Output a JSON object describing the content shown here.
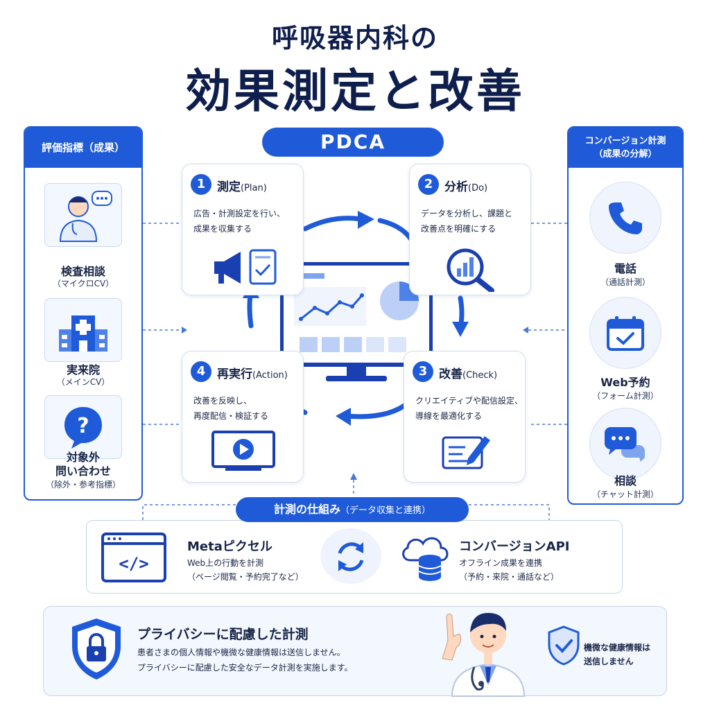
{
  "title": {
    "line1": "呼吸器内科の",
    "line2": "効果測定と改善"
  },
  "left_panel": {
    "heading": "評価指標（成果）",
    "items": [
      {
        "label": "検査相談",
        "sub": "（マイクロCV）",
        "icon": "doctor-chat-icon"
      },
      {
        "label": "実来院",
        "sub": "（メインCV）",
        "icon": "hospital-icon"
      },
      {
        "label_line1": "対象外",
        "label_line2": "問い合わせ",
        "sub": "（除外・参考指標）",
        "icon": "question-icon"
      }
    ]
  },
  "pdca": {
    "label": "PDCA",
    "steps": [
      {
        "num": "1",
        "title": "測定",
        "title_en": "(Plan)",
        "desc_line1": "広告・計測設定を行い、",
        "desc_line2": "成果を収集する",
        "icon": "megaphone-checklist-icon"
      },
      {
        "num": "2",
        "title": "分析",
        "title_en": "(Do)",
        "desc_line1": "データを分析し、課題と",
        "desc_line2": "改善点を明確にする",
        "icon": "magnifier-chart-icon"
      },
      {
        "num": "3",
        "title": "改善",
        "title_en": "(Check)",
        "desc_line1": "クリエイティブや配信設定、",
        "desc_line2": "導線を最適化する",
        "icon": "edit-document-icon"
      },
      {
        "num": "4",
        "title": "再実行",
        "title_en": "(Action)",
        "desc_line1": "改善を反映し、",
        "desc_line2": "再度配信・検証する",
        "icon": "play-video-icon"
      }
    ]
  },
  "right_panel": {
    "heading_line1": "コンバージョン計測",
    "heading_line2": "（成果の分解）",
    "items": [
      {
        "label": "電話",
        "sub": "（通話計測）",
        "icon": "phone-icon"
      },
      {
        "label": "Web予約",
        "sub": "（フォーム計測）",
        "icon": "calendar-check-icon"
      },
      {
        "label": "相談",
        "sub": "（チャット計測）",
        "icon": "chat-bubbles-icon"
      }
    ]
  },
  "measurement": {
    "heading": "計測の仕組み",
    "heading_sub": "（データ収集と連携）",
    "pixel": {
      "title": "Metaピクセル",
      "desc_line1": "Web上の行動を計測",
      "desc_line2": "（ページ閲覧・予約完了など）",
      "icon": "code-window-icon"
    },
    "capi": {
      "title": "コンバージョンAPI",
      "desc_line1": "オフライン成果を連携",
      "desc_line2": "（予約・来院・通話など）",
      "icon": "cloud-database-icon"
    }
  },
  "privacy": {
    "title": "プライバシーに配慮した計測",
    "desc_line1": "患者さまの個人情報や機微な健康情報は送信しません。",
    "desc_line2": "プライバシーに配慮した安全なデータ計測を実施します。",
    "note_line1": "機微な健康情報は",
    "note_line2": "送信しません"
  },
  "colors": {
    "primary": "#1f5bd8",
    "navy": "#0f1f4d",
    "light": "#f3f7fe"
  }
}
